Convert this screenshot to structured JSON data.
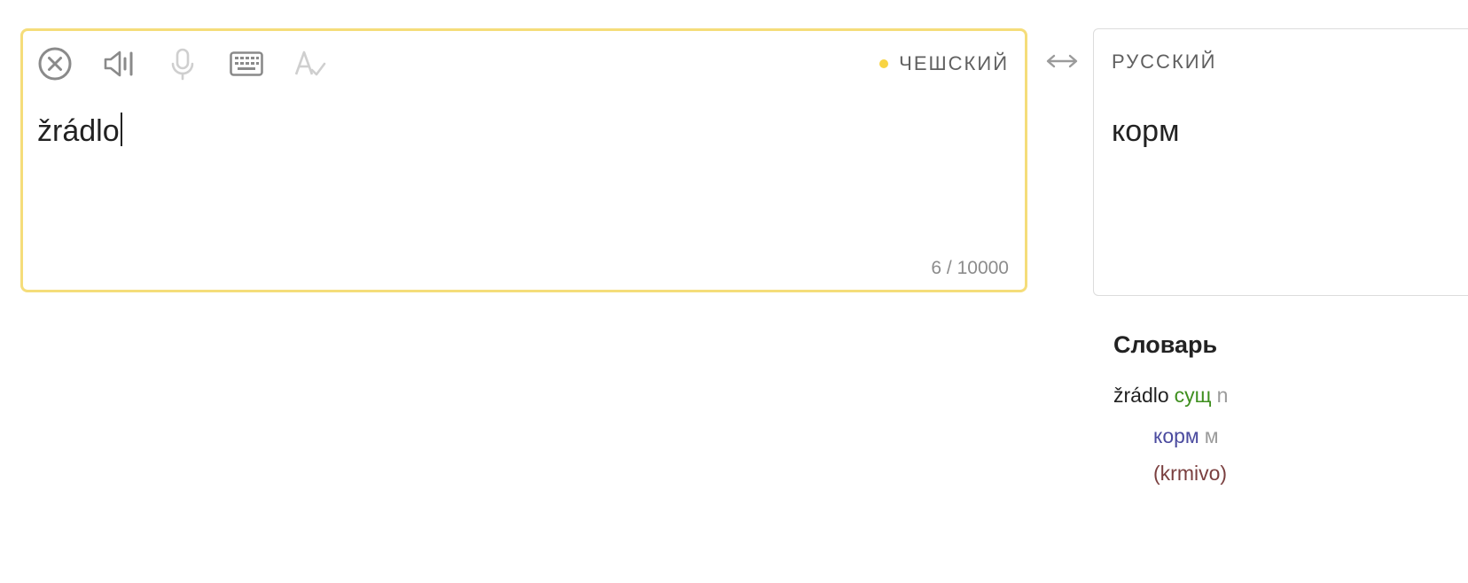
{
  "source": {
    "language": "ЧЕШСКИЙ",
    "text": "žrádlo",
    "counter": "6 / 10000",
    "toolbar": {
      "clear_icon": "clear-circle-x-icon",
      "speaker_icon": "speaker-icon",
      "mic_icon": "microphone-icon",
      "keyboard_icon": "keyboard-icon",
      "spellcheck_icon": "spellcheck-icon"
    },
    "dot_color": "#f8d443",
    "border_color": "#f5dd7a"
  },
  "swap": {
    "icon": "swap-arrows-icon"
  },
  "target": {
    "language": "РУССКИЙ",
    "text": "корм"
  },
  "dictionary": {
    "title": "Словарь",
    "entry": {
      "word": "žrádlo",
      "pos": "сущ",
      "gender": "n",
      "translation": "корм",
      "translation_gender": "м",
      "example": "(krmivo)"
    },
    "colors": {
      "pos": "#3f8f1f",
      "translation": "#4b4b9f",
      "example": "#7a3f3f",
      "gender": "#9b9b9b"
    }
  }
}
